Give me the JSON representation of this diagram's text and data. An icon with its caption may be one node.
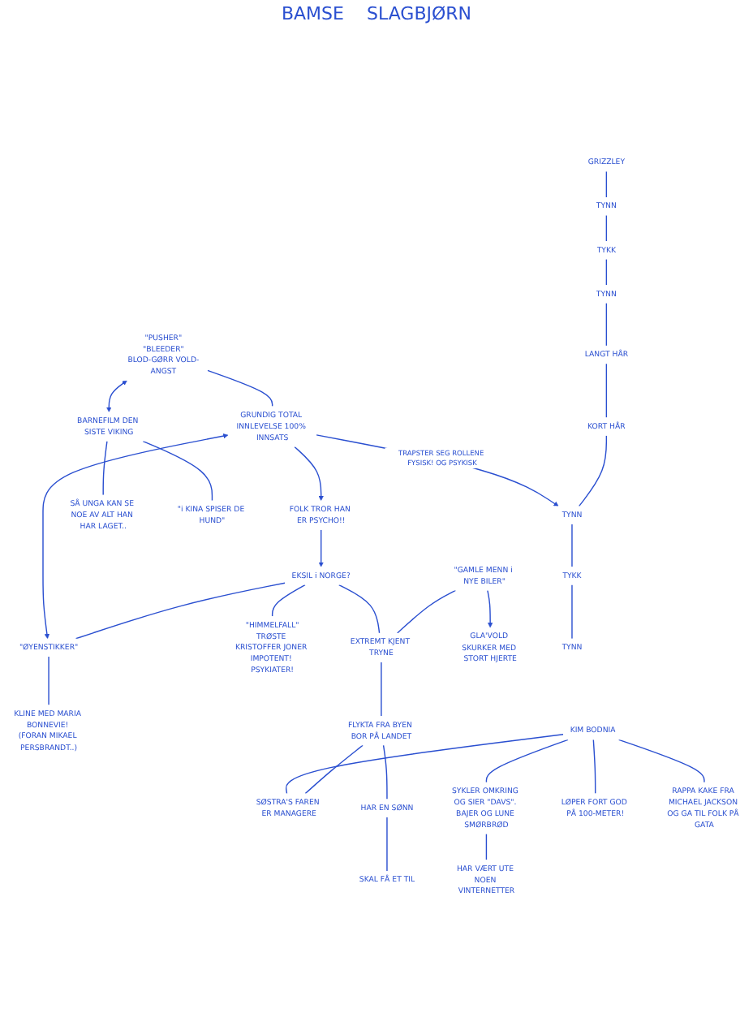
{
  "diagram": {
    "nodes": [
      {
        "text": [
          "GRUNDIG TOTAL INNLEVELSE 100% INNSATS"
        ]
      },
      {
        "text": [
          "\"PUSHER\"",
          "\"BLEEDER\"",
          "BLOD-GØRR VOLD-ANGST"
        ]
      },
      {
        "text": [
          "BARNEFILM DEN SISTE VIKING"
        ]
      },
      {
        "text": [
          "GLA'VOLD SKURKER MED STORT HJERTE"
        ]
      },
      {
        "text": [
          "FOLK TROR HAN ER PSYCHO!!"
        ]
      },
      {
        "text": [
          "SÅ UNGA KAN SE NOE AV ALT HAN HAR LAGET.."
        ]
      },
      {
        "text": [
          "\"i KINA SPISER DE HUND\""
        ]
      },
      {
        "text": [
          "\"GAMLE MENN i NYE BILER\""
        ]
      },
      {
        "text": [
          "EKSIL i NORGE?"
        ]
      },
      {
        "text": [
          "EXTREMT KJENT TRYNE"
        ]
      },
      {
        "text": [
          "\"ØYENSTIKKER\""
        ]
      },
      {
        "text": [
          "KLINE MED MARIA BONNEVIE! (FORAN MIKAEL PERSBRANDT..)"
        ]
      },
      {
        "text": [
          "\"HIMMELFALL\"",
          "TRØSTE KRISTOFFER JONER IMPOTENT! PSYKIATER!"
        ]
      },
      {
        "text": [
          "KIM BODNIA"
        ]
      },
      {
        "text": [
          "GRIZZLEY"
        ]
      },
      {
        "text": [
          "TYNN"
        ]
      },
      {
        "text": [
          "TYKK"
        ]
      },
      {
        "text": [
          "TYNN"
        ]
      },
      {
        "text": [
          "LANGT HÅR"
        ]
      },
      {
        "text": [
          "KORT HÅR"
        ]
      },
      {
        "text": [
          "TYNN"
        ]
      },
      {
        "text": [
          "TYKK"
        ]
      },
      {
        "text": [
          "TYNN"
        ]
      },
      {
        "text": [
          "FLYKTA FRA BYEN BOR PÅ LANDET"
        ]
      },
      {
        "text": [
          "SØSTRA'S FAREN ER MANAGERE"
        ]
      },
      {
        "text": [
          "HAR EN SØNN"
        ]
      },
      {
        "text": [
          "SKAL FÅ ET TIL"
        ]
      },
      {
        "text": [
          "SYKLER OMKRING OG SIER \"DAVS\". BAJER OG LUNE SMØRBRØD"
        ]
      },
      {
        "text": [
          "HAR VÆRT UTE NOEN VINTERNETTER"
        ]
      },
      {
        "text": [
          "LØPER FORT GOD PÅ 100-METER!"
        ]
      },
      {
        "text": [
          "RAPPA KAKE FRA MICHAEL JACKSON OG GA TIL FOLK PÅ GATA"
        ]
      }
    ],
    "edges": [
      {
        "from": 1,
        "to": 0,
        "arrow": "none"
      },
      {
        "from": 0,
        "to": 4,
        "arrow": "to"
      },
      {
        "from": 4,
        "to": 8,
        "arrow": "to"
      },
      {
        "from": 0,
        "to": 10,
        "arrow": "both"
      },
      {
        "from": 8,
        "to": 10,
        "arrow": "none"
      },
      {
        "from": 10,
        "to": 11,
        "arrow": "none"
      },
      {
        "from": 8,
        "to": 12,
        "arrow": "none"
      },
      {
        "from": 8,
        "to": 9,
        "arrow": "none"
      },
      {
        "from": 1,
        "to": 2,
        "arrow": "both"
      },
      {
        "from": 2,
        "to": 5,
        "arrow": "none"
      },
      {
        "from": 2,
        "to": 6,
        "arrow": "none"
      },
      {
        "from": 7,
        "to": 3,
        "arrow": "to"
      },
      {
        "from": 7,
        "to": 9,
        "arrow": "none"
      },
      {
        "from": 9,
        "to": 23,
        "arrow": "none"
      },
      {
        "from": 0,
        "to": 20,
        "arrow": "to",
        "label": "TRAPSTER SEG ROLLENE FYSISK! OG PSYKISK"
      },
      {
        "from": 14,
        "to": 15,
        "arrow": "none"
      },
      {
        "from": 15,
        "to": 16,
        "arrow": "none"
      },
      {
        "from": 16,
        "to": 17,
        "arrow": "none"
      },
      {
        "from": 17,
        "to": 18,
        "arrow": "none"
      },
      {
        "from": 18,
        "to": 19,
        "arrow": "none"
      },
      {
        "from": 19,
        "to": 20,
        "arrow": "none"
      },
      {
        "from": 20,
        "to": 21,
        "arrow": "none"
      },
      {
        "from": 21,
        "to": 22,
        "arrow": "none"
      },
      {
        "from": 13,
        "to": 24,
        "arrow": "none"
      },
      {
        "from": 23,
        "to": 24,
        "arrow": "none"
      },
      {
        "from": 23,
        "to": 25,
        "arrow": "none"
      },
      {
        "from": 25,
        "to": 26,
        "arrow": "none"
      },
      {
        "from": 13,
        "to": 27,
        "arrow": "none"
      },
      {
        "from": 27,
        "to": 28,
        "arrow": "none"
      },
      {
        "from": 13,
        "to": 29,
        "arrow": "none"
      },
      {
        "from": 13,
        "to": 30,
        "arrow": "none"
      }
    ],
    "labels": [
      "BAMSE",
      "SLAGBJØRN"
    ]
  }
}
